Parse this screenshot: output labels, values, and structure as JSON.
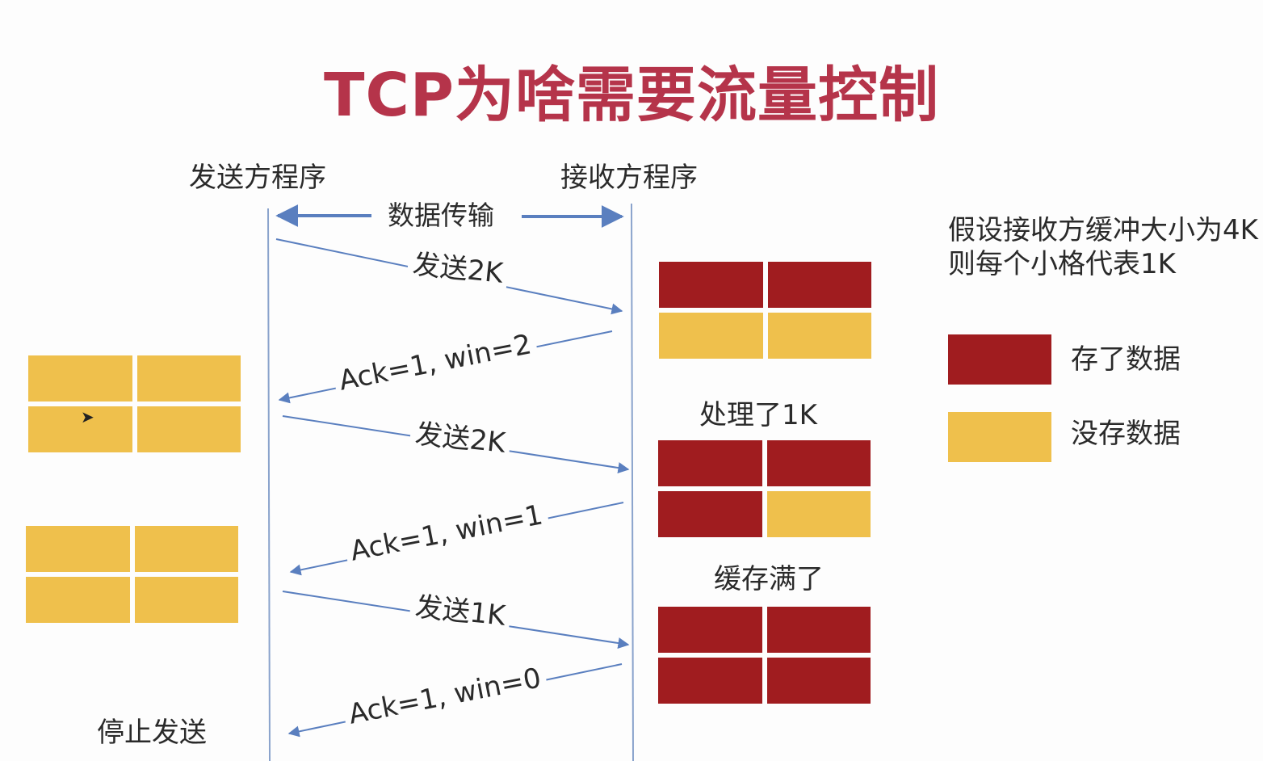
{
  "title": "TCP为啥需要流量控制",
  "sender_header": "发送方程序",
  "receiver_header": "接收方程序",
  "transfer_label": "数据传输",
  "messages": [
    {
      "label": "发送2K",
      "direction": "to-receiver"
    },
    {
      "label": "Ack=1, win=2",
      "direction": "to-sender"
    },
    {
      "label": "发送2K",
      "direction": "to-receiver"
    },
    {
      "label": "Ack=1, win=1",
      "direction": "to-sender"
    },
    {
      "label": "发送1K",
      "direction": "to-receiver"
    },
    {
      "label": "Ack=1, win=0",
      "direction": "to-sender"
    }
  ],
  "sender_stop_label": "停止发送",
  "receiver_captions": [
    "处理了1K",
    "缓存满了"
  ],
  "note_lines": [
    "假设接收方缓冲大小为4K",
    "则每个小格代表1K"
  ],
  "legend": [
    {
      "label": "存了数据",
      "color": "#a01c1f"
    },
    {
      "label": "没存数据",
      "color": "#efc04c"
    }
  ],
  "colors": {
    "filled": "#a01c1f",
    "empty": "#efc04c",
    "title": "#b5344a",
    "timeline": "#8aa3cc",
    "arrow": "#5a7fbf"
  },
  "receiver_buffers": [
    {
      "cells": [
        "filled",
        "filled",
        "empty",
        "empty"
      ]
    },
    {
      "cells": [
        "filled",
        "filled",
        "filled",
        "empty"
      ]
    },
    {
      "cells": [
        "filled",
        "filled",
        "filled",
        "filled"
      ]
    }
  ],
  "sender_buffers": [
    {
      "cells": [
        "empty",
        "empty",
        "empty",
        "empty"
      ]
    },
    {
      "cells": [
        "empty",
        "empty",
        "empty",
        "empty"
      ]
    }
  ]
}
